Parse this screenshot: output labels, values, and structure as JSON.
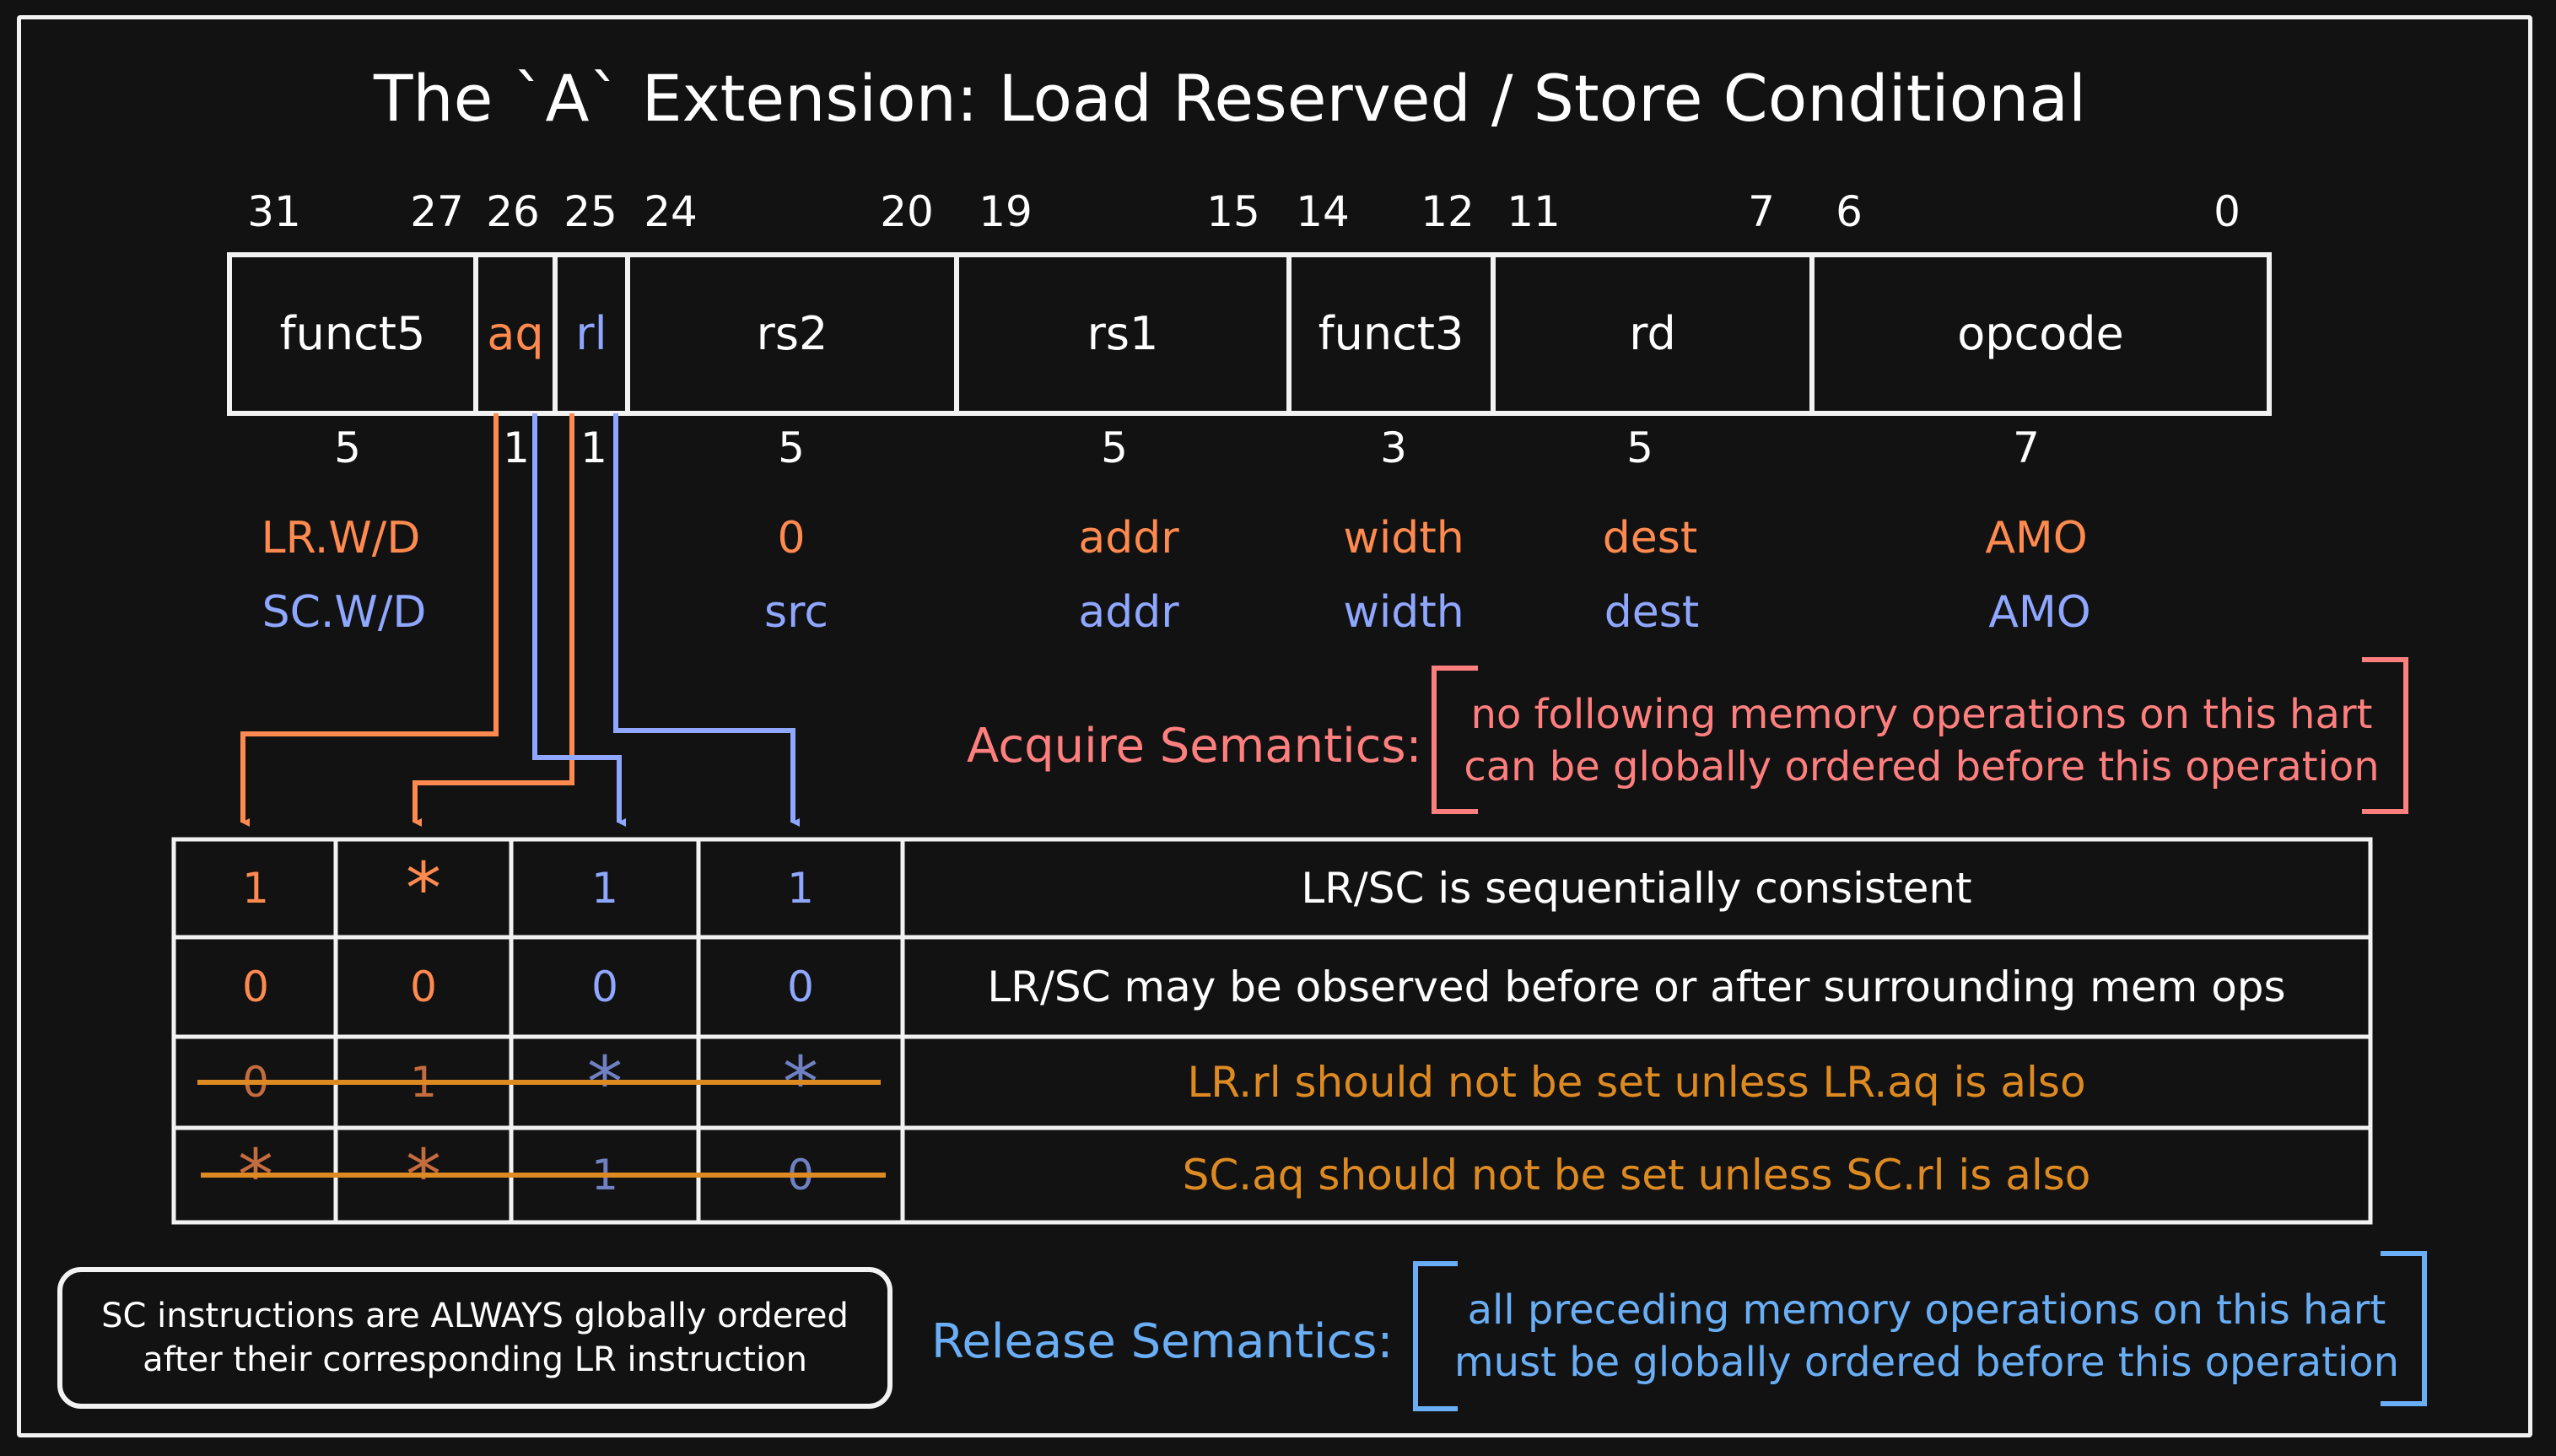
{
  "title": "The `A` Extension: Load Reserved / Store Conditional",
  "colors": {
    "lr": "#ff8a4f",
    "sc": "#8fa7ff",
    "warn": "#dd8a22",
    "acquire": "#ff7f7f",
    "release": "#6aaef5",
    "line": "#f2f2f2"
  },
  "bit_numbers": [
    "31",
    "27",
    "26",
    "25",
    "24",
    "20",
    "19",
    "15",
    "14",
    "12",
    "11",
    "7",
    "6",
    "0"
  ],
  "fields": [
    "funct5",
    "aq",
    "rl",
    "rs2",
    "rs1",
    "funct3",
    "rd",
    "opcode"
  ],
  "widths": [
    "5",
    "1",
    "1",
    "5",
    "5",
    "3",
    "5",
    "7"
  ],
  "lr_row": {
    "name": "LR.W/D",
    "rs2": "0",
    "rs1": "addr",
    "funct3": "width",
    "rd": "dest",
    "opcode": "AMO"
  },
  "sc_row": {
    "name": "SC.W/D",
    "rs2": "src",
    "rs1": "addr",
    "funct3": "width",
    "rd": "dest",
    "opcode": "AMO"
  },
  "acquire": {
    "label": "Acquire Semantics:",
    "line1": "no following memory operations on this hart",
    "line2": "can be globally ordered before this operation"
  },
  "release": {
    "label": "Release Semantics:",
    "line1": "all preceding memory operations on this hart",
    "line2": "must be globally ordered before this operation"
  },
  "table": {
    "rows": [
      {
        "c1": "1",
        "c2": "*",
        "c3": "1",
        "c4": "1",
        "desc": "LR/SC is sequentially consistent",
        "strike": false
      },
      {
        "c1": "0",
        "c2": "0",
        "c3": "0",
        "c4": "0",
        "desc": "LR/SC may be observed before or after surrounding mem ops",
        "strike": false
      },
      {
        "c1": "0",
        "c2": "1",
        "c3": "*",
        "c4": "*",
        "desc": "LR.rl should not be set unless LR.aq is also",
        "strike": true
      },
      {
        "c1": "*",
        "c2": "*",
        "c3": "1",
        "c4": "0",
        "desc": "SC.aq should not be set unless SC.rl is also",
        "strike": true
      }
    ]
  },
  "note": {
    "line1": "SC instructions are ALWAYS globally ordered",
    "line2": "after their corresponding LR instruction"
  }
}
